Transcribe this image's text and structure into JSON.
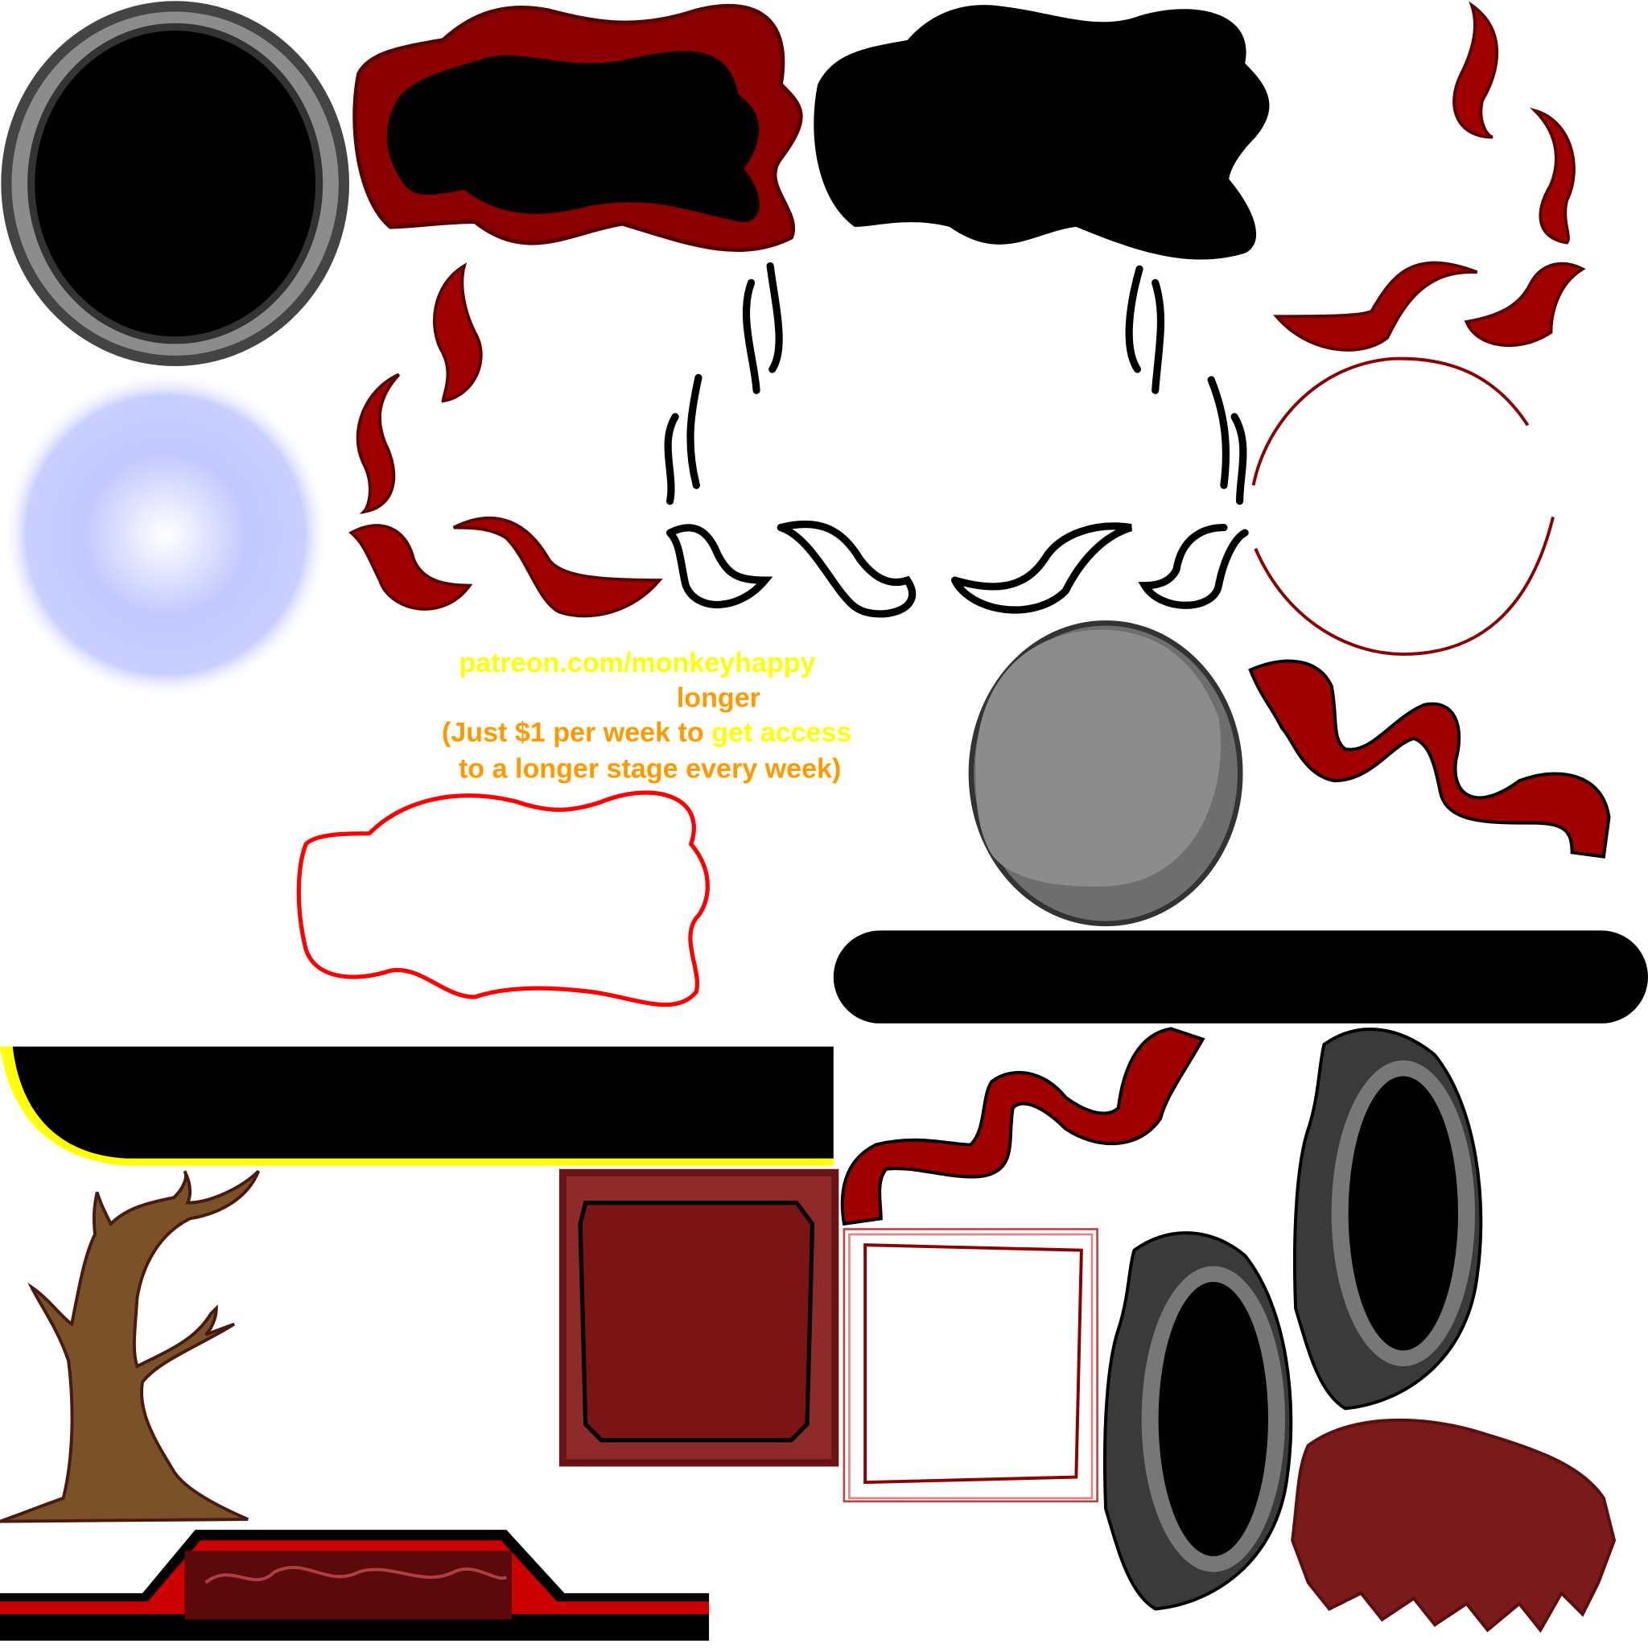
{
  "promo": {
    "line1": "patreon.com/monkeyhappy",
    "line2": "longer",
    "line3_a": "(Just $1 per week to ",
    "line3_b": "get access",
    "line4": "to a longer stage every week)"
  },
  "colors": {
    "yellow": "#ffff00",
    "orange": "#ff9900",
    "dark_red": "#8b0000",
    "red": "#ff0000",
    "gray": "#8c8c8c",
    "dark_gray": "#3a3a3a",
    "glow": "#b8bfff",
    "brown": "#7a5228"
  }
}
